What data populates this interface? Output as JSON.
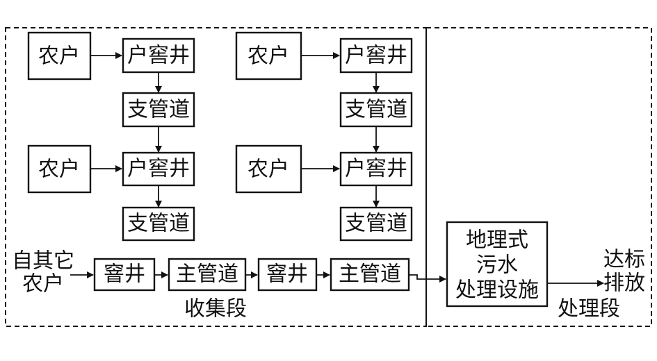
{
  "diagram": {
    "nodes": {
      "farmer_1": "农户",
      "well_1": "户窖井",
      "branch_1": "支管道",
      "farmer_2": "农户",
      "well_2": "户窖井",
      "branch_2": "支管道",
      "farmer_3": "农户",
      "well_3": "户窖井",
      "branch_3": "支管道",
      "farmer_4": "农户",
      "well_4": "户窖井",
      "branch_4": "支管道",
      "inspection_well_1": "窨井",
      "main_pipe_1": "主管道",
      "inspection_well_2": "窨井",
      "main_pipe_2": "主管道",
      "treatment_line1": "地理式",
      "treatment_line2": "污水",
      "treatment_line3": "处理设施"
    },
    "labels": {
      "other_farmers_line1": "自其它",
      "other_farmers_line2": "农户",
      "discharge_line1": "达标",
      "discharge_line2": "排放",
      "collection_section": "收集段",
      "treatment_section": "处理段"
    }
  }
}
